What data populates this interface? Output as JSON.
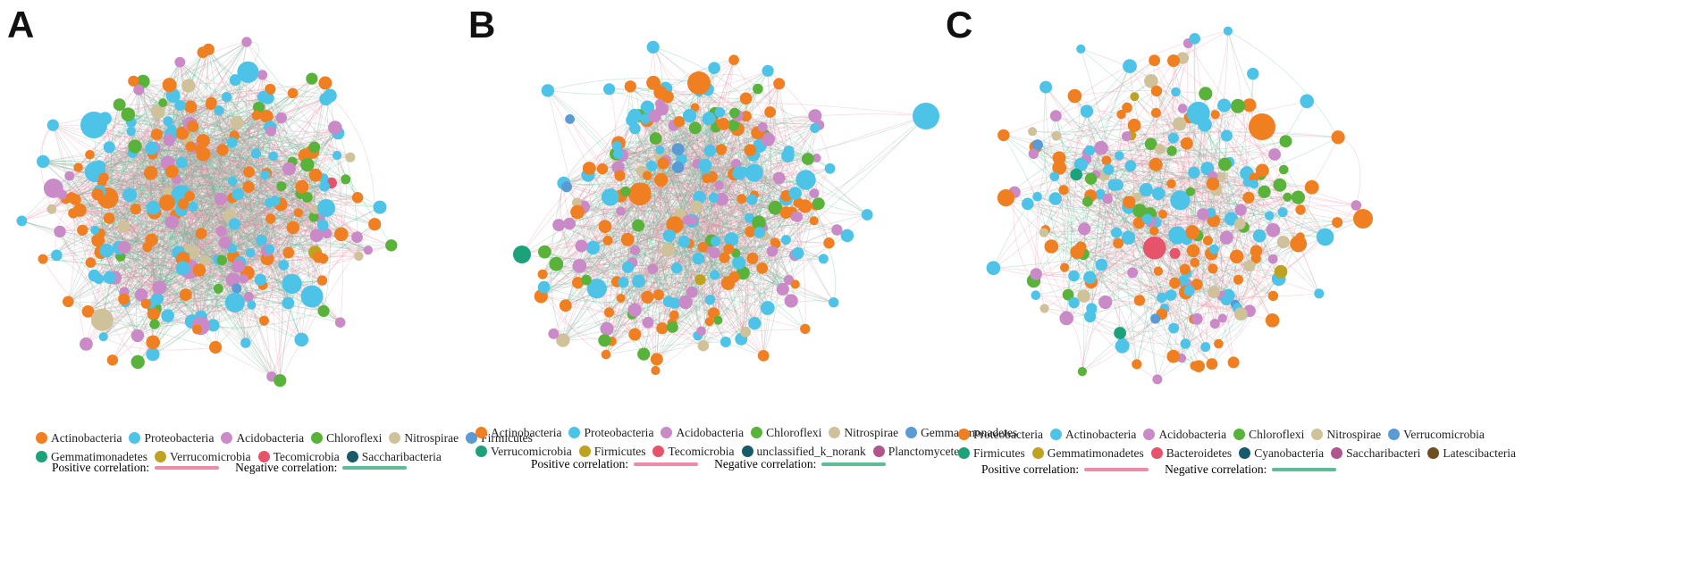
{
  "colors": {
    "orange": "#F07F22",
    "skyblue": "#4EC3E8",
    "lilac": "#C98AC7",
    "green": "#59B33B",
    "beige": "#CFC29A",
    "steelblue": "#5B9BD5",
    "teal": "#1BA27A",
    "olive": "#BFA21F",
    "crimson": "#E8536C",
    "navy": "#175A6A",
    "plum": "#B2558E",
    "brown": "#6E4E1F",
    "positive": "#EE8BA6",
    "negative": "#5DBD96"
  },
  "panels": [
    {
      "letter": "A",
      "nodes_total": 260,
      "legend": [
        [
          "Actinobacteria",
          "orange"
        ],
        [
          "Proteobacteria",
          "skyblue"
        ],
        [
          "Acidobacteria",
          "lilac"
        ],
        [
          "Chloroflexi",
          "green"
        ],
        [
          "Nitrospirae",
          "beige"
        ],
        [
          "Firmicutes",
          "steelblue"
        ],
        [
          "Gemmatimonadetes",
          "teal"
        ],
        [
          "Verrucomicrobia",
          "olive"
        ],
        [
          "Tecomicrobia",
          "crimson"
        ],
        [
          "Saccharibacteria",
          "navy"
        ]
      ],
      "legend_rows": [
        6,
        4
      ],
      "positive_label": "Positive correlation:",
      "negative_label": "Negative correlation:",
      "edge_density": 1.0
    },
    {
      "letter": "B",
      "nodes_total": 250,
      "legend": [
        [
          "Actinobacteria",
          "orange"
        ],
        [
          "Proteobacteria",
          "skyblue"
        ],
        [
          "Acidobacteria",
          "lilac"
        ],
        [
          "Chloroflexi",
          "green"
        ],
        [
          "Nitrospirae",
          "beige"
        ],
        [
          "Gemmatimonadetes",
          "steelblue"
        ],
        [
          "Verrucomicrobia",
          "teal"
        ],
        [
          "Firmicutes",
          "olive"
        ],
        [
          "Tecomicrobia",
          "crimson"
        ],
        [
          "unclassified_k_norank",
          "navy"
        ],
        [
          "Planctomycetes",
          "plum"
        ]
      ],
      "legend_rows": [
        6,
        5
      ],
      "positive_label": "Positive correlation:",
      "negative_label": "Negative correlation:",
      "edge_density": 0.75
    },
    {
      "letter": "C",
      "nodes_total": 230,
      "legend": [
        [
          "Proteobacteria",
          "orange"
        ],
        [
          "Actinobacteria",
          "skyblue"
        ],
        [
          "Acidobacteria",
          "lilac"
        ],
        [
          "Chloroflexi",
          "green"
        ],
        [
          "Nitrospirae",
          "beige"
        ],
        [
          "Verrucomicrobia",
          "steelblue"
        ],
        [
          "Firmicutes",
          "teal"
        ],
        [
          "Gemmatimonadetes",
          "olive"
        ],
        [
          "Bacteroidetes",
          "crimson"
        ],
        [
          "Cyanobacteria",
          "navy"
        ],
        [
          "Saccharibacteri",
          "plum"
        ],
        [
          "Latescibacteria",
          "brown"
        ]
      ],
      "legend_rows": [
        6,
        6
      ],
      "positive_label": "Positive correlation:",
      "negative_label": "Negative correlation:",
      "edge_density": 0.45
    }
  ]
}
